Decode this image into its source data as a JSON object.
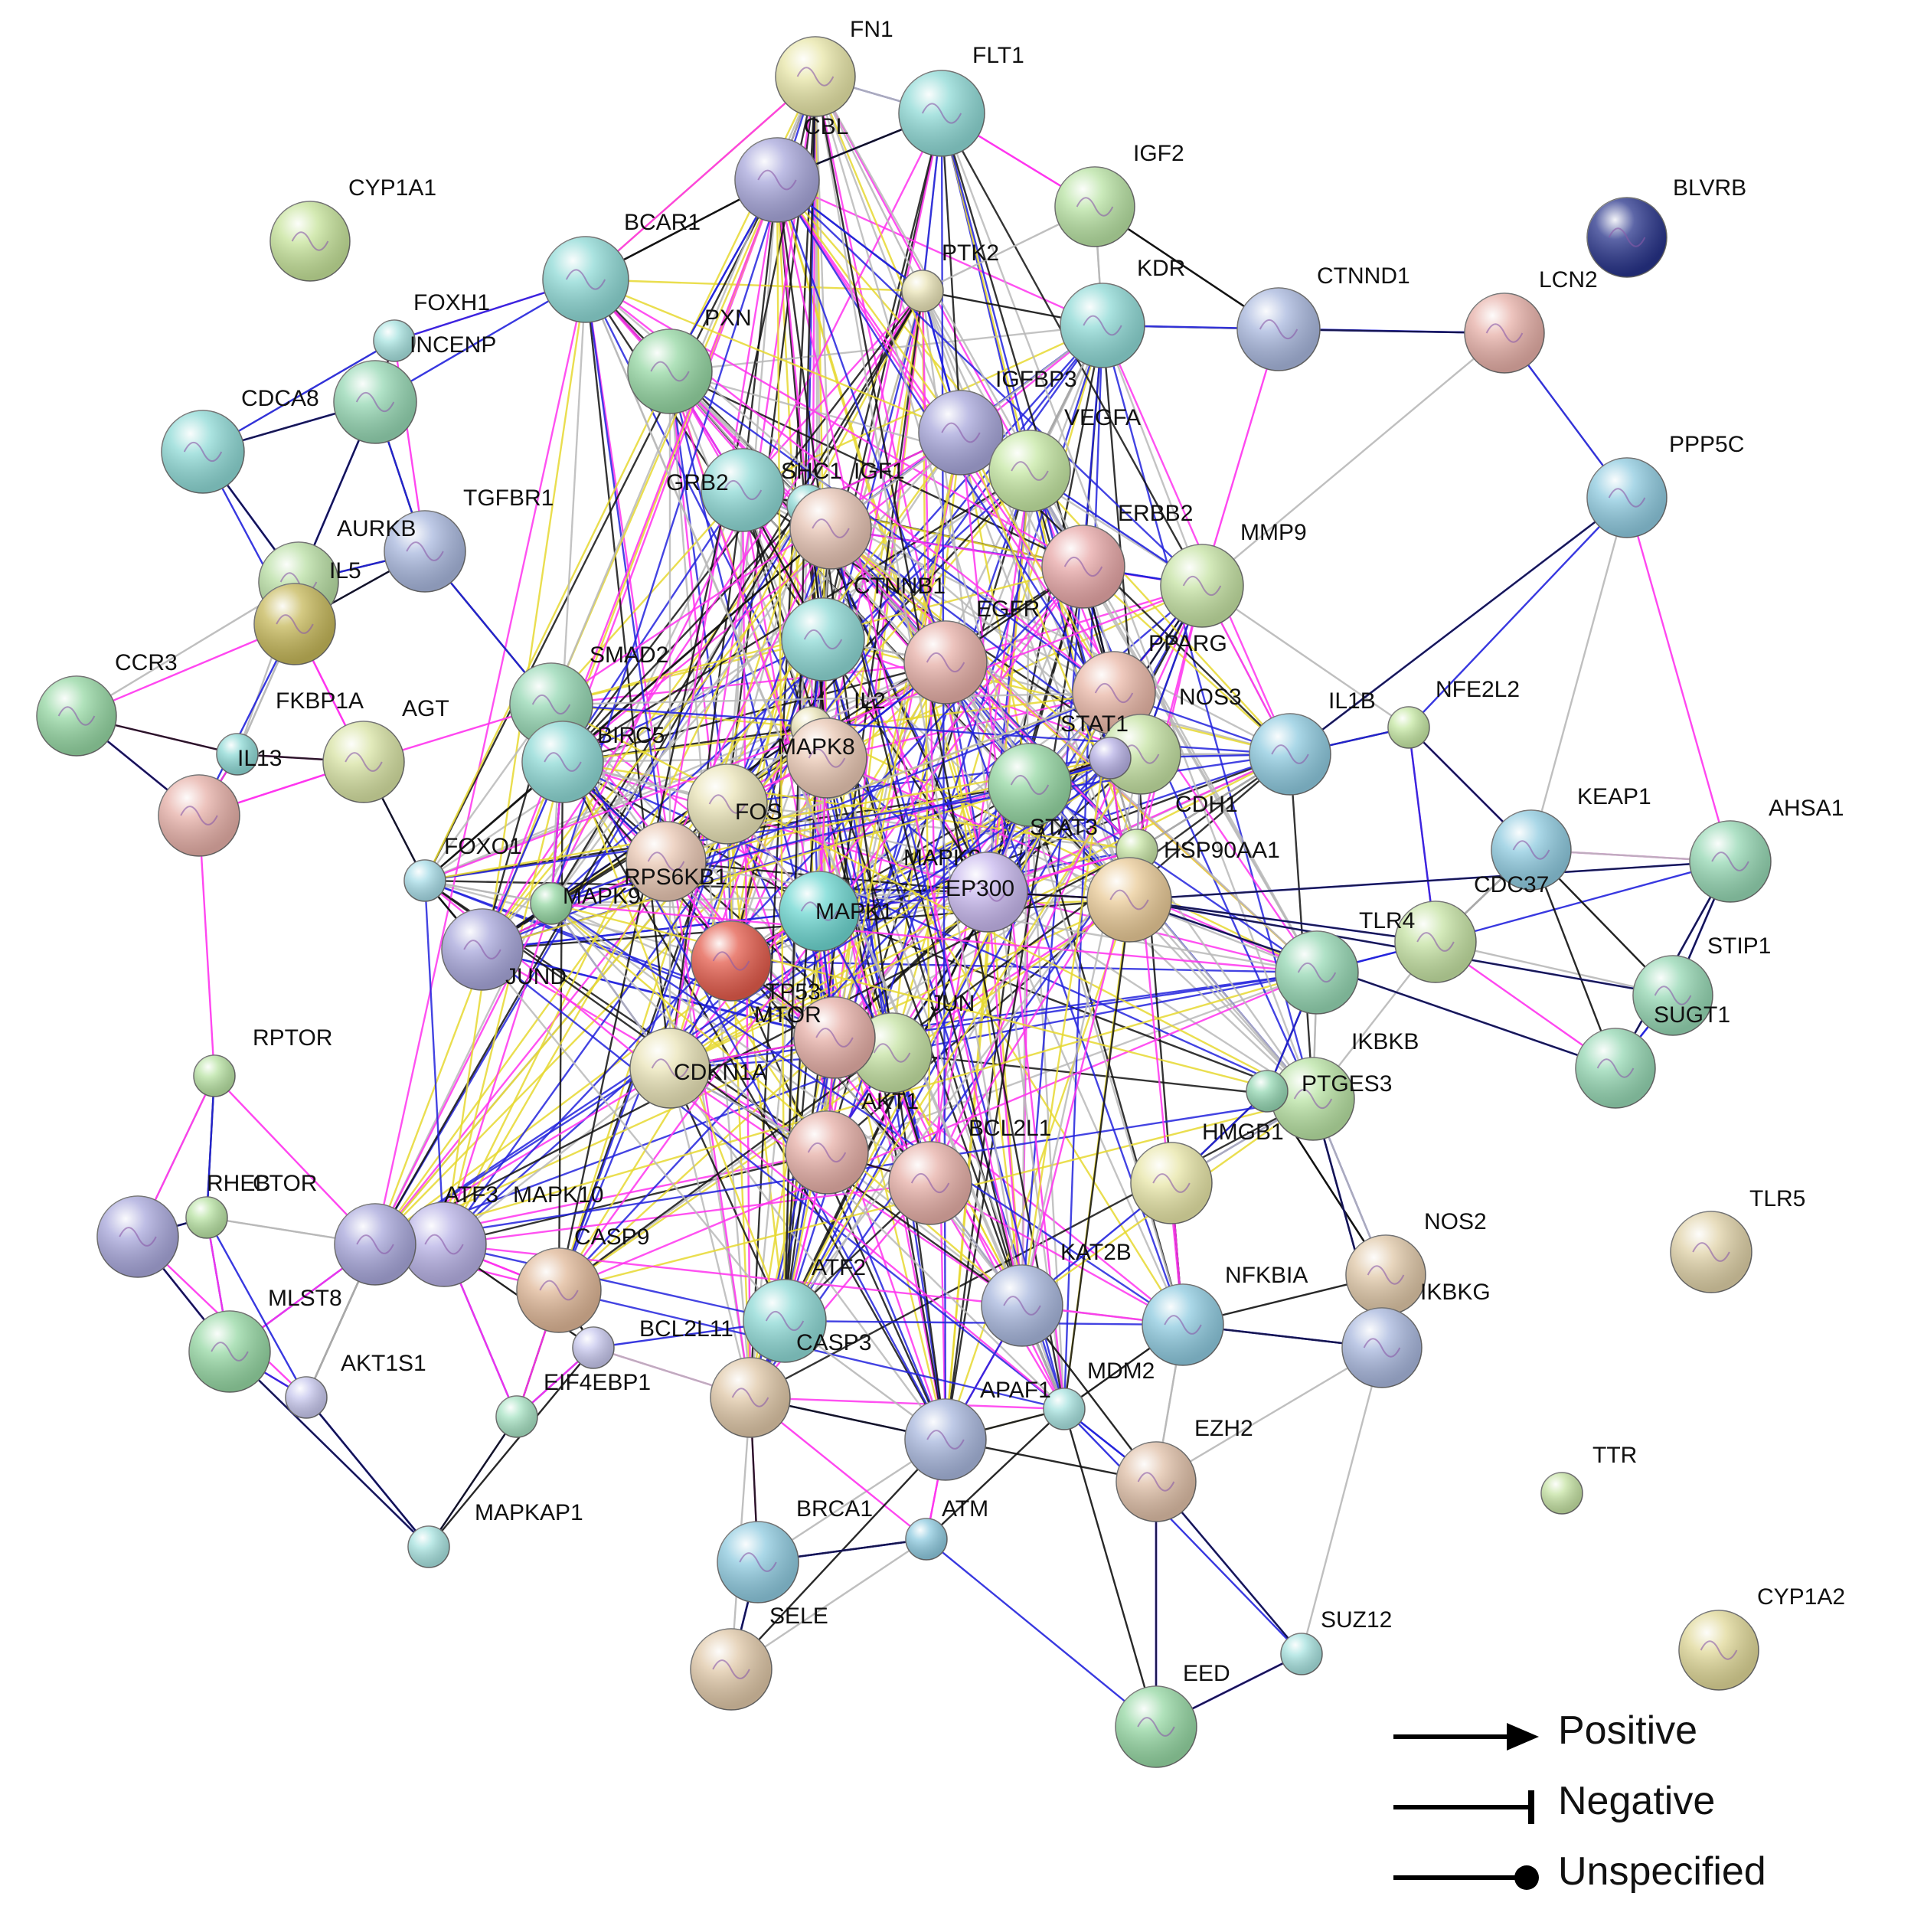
{
  "palette": {
    "edge_colors": [
      "#2222dd",
      "#ff33ee",
      "#b8b8b8",
      "#111111",
      "#e6d830",
      "#22cc22",
      "#3a1a6a"
    ]
  },
  "nodes": [
    {
      "id": "FN1",
      "color": "#e8e6a8"
    },
    {
      "id": "FLT1",
      "color": "#8fdad6"
    },
    {
      "id": "CBL",
      "color": "#a9a8dc"
    },
    {
      "id": "IGF2",
      "color": "#b9e3a4"
    },
    {
      "id": "BLVRB",
      "color": "#27338a"
    },
    {
      "id": "CYP1A1",
      "color": "#c6e39a"
    },
    {
      "id": "BCAR1",
      "color": "#8fdad6"
    },
    {
      "id": "PTK2",
      "color": "#eae4b8"
    },
    {
      "id": "KDR",
      "color": "#8fdad6"
    },
    {
      "id": "CTNND1",
      "color": "#a9b8de"
    },
    {
      "id": "LCN2",
      "color": "#e7b0a8"
    },
    {
      "id": "FOXH1",
      "color": "#a8e3e0"
    },
    {
      "id": "INCENP",
      "color": "#96d8b4"
    },
    {
      "id": "PXN",
      "color": "#96d8a4"
    },
    {
      "id": "IGFBP3",
      "color": "#a9a8dc"
    },
    {
      "id": "VEGFA",
      "color": "#c6e8a4"
    },
    {
      "id": "CDCA8",
      "color": "#8fdad6"
    },
    {
      "id": "SHC1",
      "color": "#8fdad6"
    },
    {
      "id": "IGF1",
      "color": "#e7c4b4"
    },
    {
      "id": "PPP5C",
      "color": "#8fcbe0"
    },
    {
      "id": "TGFBR1",
      "color": "#a9b8de"
    },
    {
      "id": "GRB2",
      "color": "#8fdad6"
    },
    {
      "id": "ERBB2",
      "color": "#e8a8a8"
    },
    {
      "id": "MMP9",
      "color": "#c6e3a4"
    },
    {
      "id": "AURKB",
      "color": "#b9dfa4"
    },
    {
      "id": "IL5",
      "color": "#c6b85a"
    },
    {
      "id": "CTNNB1",
      "color": "#8fdad6"
    },
    {
      "id": "EGFR",
      "color": "#e7b0a8"
    },
    {
      "id": "PPARG",
      "color": "#eab8a8"
    },
    {
      "id": "CCR3",
      "color": "#96d8a4"
    },
    {
      "id": "SMAD2",
      "color": "#96d8b4"
    },
    {
      "id": "BIRC5",
      "color": "#8fdad6"
    },
    {
      "id": "FKBP1A",
      "color": "#8fdad6"
    },
    {
      "id": "AGT",
      "color": "#d8e3a4"
    },
    {
      "id": "IL2",
      "color": "#eae4b8"
    },
    {
      "id": "NOS3",
      "color": "#c6e3a4"
    },
    {
      "id": "IL1B",
      "color": "#8fcbe0"
    },
    {
      "id": "NFE2L2",
      "color": "#c6e8a4"
    },
    {
      "id": "STAT1",
      "color": "#b8b2e6"
    },
    {
      "id": "IL13",
      "color": "#e7b0a8"
    },
    {
      "id": "MAPK8",
      "color": "#eac8b4"
    },
    {
      "id": "FOS",
      "color": "#eae4b8"
    },
    {
      "id": "STAT3",
      "color": "#96d8a4"
    },
    {
      "id": "CDH1",
      "color": "#c6e3a4"
    },
    {
      "id": "KEAP1",
      "color": "#8fcbe0"
    },
    {
      "id": "AHSA1",
      "color": "#96d8b4"
    },
    {
      "id": "FOXO1",
      "color": "#a8dde8"
    },
    {
      "id": "RPS6KB1",
      "color": "#eac8b4"
    },
    {
      "id": "HSP90AA1",
      "color": "#eacb98"
    },
    {
      "id": "MAPK3",
      "color": "#c8b8ee"
    },
    {
      "id": "EP300",
      "color": "#c8b8ee"
    },
    {
      "id": "MAPK9",
      "color": "#96d8a4"
    },
    {
      "id": "MAPK1",
      "color": "#6fd8d2"
    },
    {
      "id": "CDC37",
      "color": "#c6e3a4"
    },
    {
      "id": "TLR4",
      "color": "#96d8b4"
    },
    {
      "id": "STIP1",
      "color": "#96d8b4"
    },
    {
      "id": "JUND",
      "color": "#a9a8dc"
    },
    {
      "id": "TP53",
      "color": "#e45c4c"
    },
    {
      "id": "JUN",
      "color": "#c6e3a4"
    },
    {
      "id": "MTOR",
      "color": "#e7b0a8"
    },
    {
      "id": "SUGT1",
      "color": "#96d8b4"
    },
    {
      "id": "RPTOR",
      "color": "#b9e3a4"
    },
    {
      "id": "CDKN1A",
      "color": "#eae4b8"
    },
    {
      "id": "IKBKB",
      "color": "#b9e3a4"
    },
    {
      "id": "PTGES3",
      "color": "#96d8b4"
    },
    {
      "id": "AKT1",
      "color": "#e7b0a8"
    },
    {
      "id": "BCL2L1",
      "color": "#e7b0a8"
    },
    {
      "id": "HMGB1",
      "color": "#e8e6a8"
    },
    {
      "id": "RHEB",
      "color": "#b9e3a4"
    },
    {
      "id": "CTOR",
      "color": "#a9a8dc"
    },
    {
      "id": "ATF3",
      "color": "#b8b2e6"
    },
    {
      "id": "MAPK10",
      "color": "#a9a8dc"
    },
    {
      "id": "TLR5",
      "color": "#e0d2a8"
    },
    {
      "id": "NOS2",
      "color": "#e0c8a8"
    },
    {
      "id": "CASP9",
      "color": "#e0b898"
    },
    {
      "id": "ATF2",
      "color": "#8fdad6"
    },
    {
      "id": "KAT2B",
      "color": "#a9b8de"
    },
    {
      "id": "NFKBIA",
      "color": "#8fcbe0"
    },
    {
      "id": "IKBKG",
      "color": "#a9b8de"
    },
    {
      "id": "MLST8",
      "color": "#96d8a4"
    },
    {
      "id": "BCL2L11",
      "color": "#c8c8ee"
    },
    {
      "id": "CASP3",
      "color": "#e0c8a8"
    },
    {
      "id": "AKT1S1",
      "color": "#c8c8ee"
    },
    {
      "id": "EIF4EBP1",
      "color": "#a8e3c4"
    },
    {
      "id": "MDM2",
      "color": "#a8e3e0"
    },
    {
      "id": "APAF1",
      "color": "#a9b8de"
    },
    {
      "id": "EZH2",
      "color": "#e0c0a8"
    },
    {
      "id": "TTR",
      "color": "#c6e3a4"
    },
    {
      "id": "MAPKAP1",
      "color": "#a8e3e0"
    },
    {
      "id": "BRCA1",
      "color": "#8fcbe0"
    },
    {
      "id": "ATM",
      "color": "#8fcbe0"
    },
    {
      "id": "SUZ12",
      "color": "#a8e3e0"
    },
    {
      "id": "CYP1A2",
      "color": "#e0d898"
    },
    {
      "id": "SELE",
      "color": "#e0c8a8"
    },
    {
      "id": "EED",
      "color": "#96d8a4"
    }
  ],
  "legend": [
    {
      "type": "positive",
      "label": "Positive"
    },
    {
      "type": "negative",
      "label": "Negative"
    },
    {
      "type": "unspecified",
      "label": "Unspecified"
    }
  ]
}
